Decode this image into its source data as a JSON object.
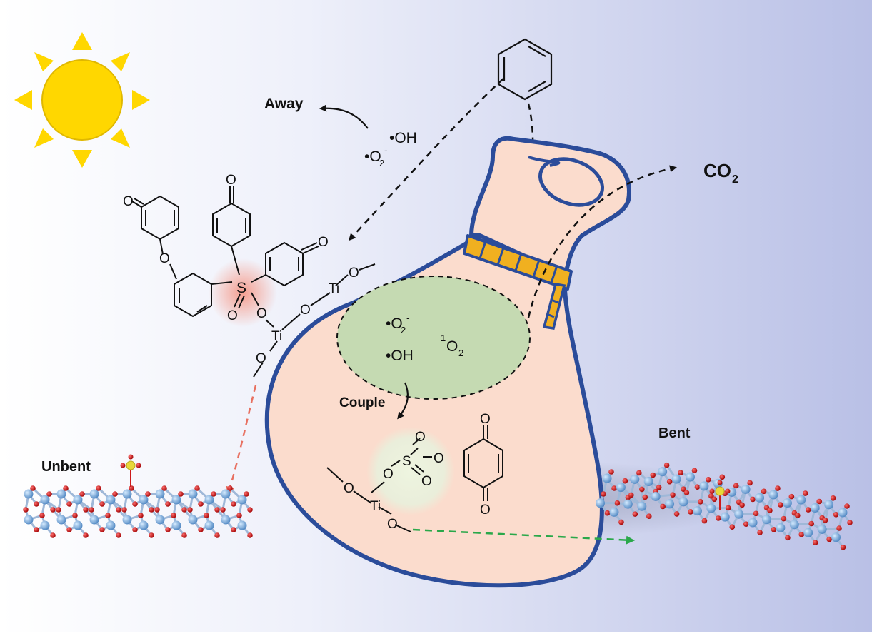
{
  "labels": {
    "away": "Away",
    "co2": "CO",
    "co2_sub": "2",
    "couple": "Couple",
    "unbent": "Unbent",
    "bent": "Bent"
  },
  "species": {
    "outside_oh": "•OH",
    "outside_o2": "•O",
    "outside_o2_sub": "2",
    "outside_o2_sup": "-",
    "inside_o2": "•O",
    "inside_o2_sub": "2",
    "inside_o2_sup": "-",
    "inside_oh": "•OH",
    "singlet_sup": "1",
    "singlet_o": "O",
    "singlet_sub": "2"
  },
  "atoms": {
    "O": "O",
    "S": "S",
    "Ti": "Ti"
  },
  "colors": {
    "background_start": "#ffffff",
    "background_end": "#b9c0e6",
    "bag_fill": "#fbdccd",
    "bag_outline": "#2b4c9a",
    "rope": "#f0b020",
    "sun": "#ffd700",
    "reaction_zone": "#c5dab2",
    "titanium_atom": "#6fa6d8",
    "oxygen_atom": "#cc1a1a",
    "sulfur_atom": "#e8d83a",
    "green_arrow": "#2aa84a",
    "red_arrow": "#e87060"
  }
}
